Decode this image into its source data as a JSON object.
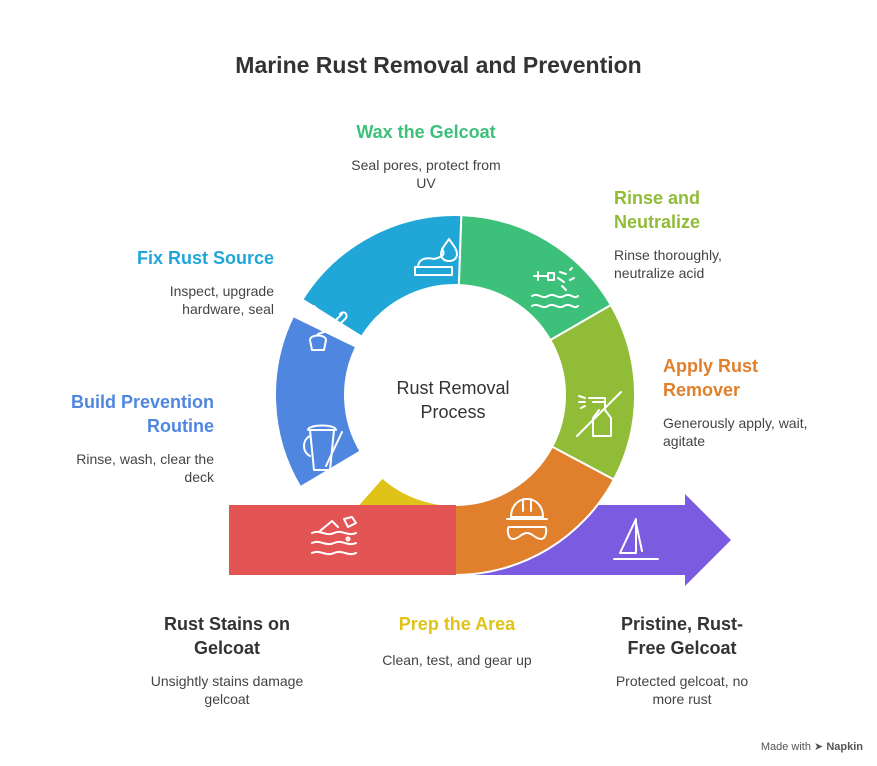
{
  "title": "Marine Rust Removal and Prevention",
  "center": [
    "Rust Removal",
    "Process"
  ],
  "steps": {
    "wax": {
      "title": [
        "Wax the Gelcoat"
      ],
      "desc": [
        "Seal pores, protect from",
        "UV"
      ],
      "color": "#3cc07a",
      "icon": "wax-bottle-icon"
    },
    "rinse": {
      "title": [
        "Rinse and",
        "Neutralize"
      ],
      "desc": [
        "Rinse thoroughly,",
        "neutralize acid"
      ],
      "color": "#90bc38",
      "icon": "hose-water-icon"
    },
    "apply": {
      "title": [
        "Apply Rust",
        "Remover"
      ],
      "desc": [
        "Generously apply, wait,",
        "agitate"
      ],
      "color": "#e07f2c",
      "icon": "spray-bottle-icon"
    },
    "prep": {
      "title": [
        "Prep the Area"
      ],
      "desc": [
        "Clean, test, and gear up"
      ],
      "color": "#dfc319",
      "icon": "hard-hat-goggles-icon"
    },
    "stains": {
      "title": [
        "Rust Stains on",
        "Gelcoat"
      ],
      "desc": [
        "Unsightly stains damage",
        "gelcoat"
      ],
      "color": "#e35555",
      "icon": "rust-wave-icon"
    },
    "build": {
      "title": [
        "Build Prevention",
        "Routine"
      ],
      "desc": [
        "Rinse, wash, clear the",
        "deck"
      ],
      "color": "#4f87e0",
      "icon": "bucket-icon"
    },
    "fix": {
      "title": [
        "Fix Rust Source"
      ],
      "desc": [
        "Inspect, upgrade",
        "hardware, seal"
      ],
      "color": "#21a6d8",
      "icon": "wrench-icon"
    },
    "pristine": {
      "title": [
        "Pristine, Rust-",
        "Free Gelcoat"
      ],
      "desc": [
        "Protected gelcoat, no",
        "more rust"
      ],
      "color": "#7b5ce0",
      "icon": "sailboat-icon"
    }
  },
  "footer": {
    "prefix": "Made with",
    "brand": "Napkin"
  }
}
